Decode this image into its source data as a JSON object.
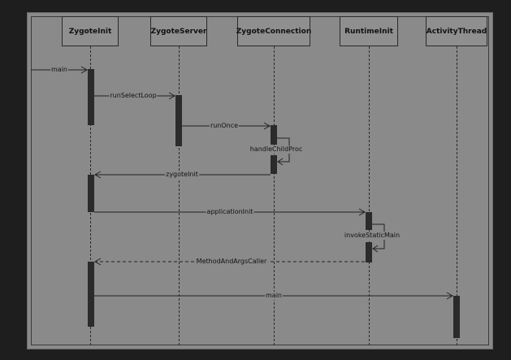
{
  "participants": [
    {
      "id": "zygote_init",
      "label": "ZygoteInit"
    },
    {
      "id": "zygote_server",
      "label": "ZygoteServer"
    },
    {
      "id": "zygote_connection",
      "label": "ZygoteConnection"
    },
    {
      "id": "runtime_init",
      "label": "RuntimeInit"
    },
    {
      "id": "activity_thread",
      "label": "ActivityThread"
    }
  ],
  "messages": [
    {
      "label": "main",
      "from": "external",
      "to": "zygote_init",
      "style": "solid"
    },
    {
      "label": "runSelectLoop",
      "from": "zygote_init",
      "to": "zygote_server",
      "style": "solid"
    },
    {
      "label": "runOnce",
      "from": "zygote_server",
      "to": "zygote_connection",
      "style": "solid"
    },
    {
      "label": "handleChildProc",
      "from": "zygote_connection",
      "to": "zygote_connection",
      "style": "self"
    },
    {
      "label": "zygoteInit",
      "from": "zygote_connection",
      "to": "zygote_init",
      "style": "solid"
    },
    {
      "label": "applicationInit",
      "from": "zygote_init",
      "to": "runtime_init",
      "style": "solid"
    },
    {
      "label": "invokeStaticMain",
      "from": "runtime_init",
      "to": "runtime_init",
      "style": "self"
    },
    {
      "label": "MethodAndArgsCaller",
      "from": "runtime_init",
      "to": "zygote_init",
      "style": "dashed"
    },
    {
      "label": "main",
      "from": "zygote_init",
      "to": "activity_thread",
      "style": "solid"
    }
  ]
}
